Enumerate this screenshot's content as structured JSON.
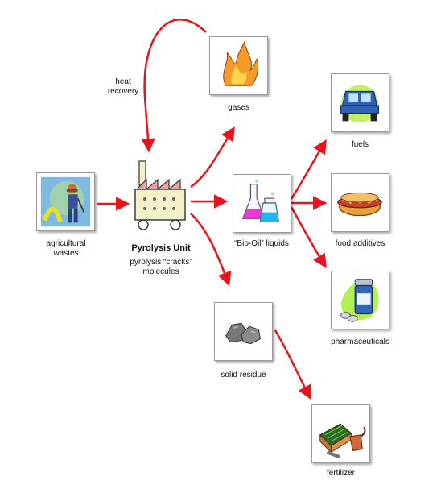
{
  "nodes": {
    "agri": {
      "label_line1": "agricultural",
      "label_line2": "wastes"
    },
    "pyro": {
      "title": "Pyrolysis Unit",
      "sub_line1": "pyrolysis “cracks”",
      "sub_line2": "molecules"
    },
    "gases": {
      "label": "gases"
    },
    "biooil": {
      "label": "“Bio-Oil” liquids"
    },
    "solid": {
      "label": "solid residue"
    },
    "fuels": {
      "label": "fuels"
    },
    "food": {
      "label": "food additives"
    },
    "pharma": {
      "label": "pharmaceuticals"
    },
    "fert": {
      "label": "fertilizer"
    }
  },
  "annotations": {
    "heat_line1": "heat",
    "heat_line2": "recovery"
  },
  "colors": {
    "arrow": "#e8141c",
    "border": "#9a9a9a"
  }
}
